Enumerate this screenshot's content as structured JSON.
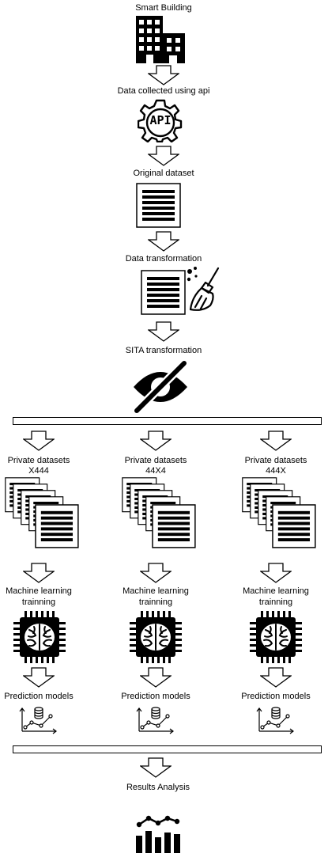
{
  "main_flow": {
    "smart_building": "Smart Building",
    "data_collected": "Data collected using api",
    "api_text": "API",
    "original_dataset": "Original dataset",
    "data_transformation": "Data transformation",
    "sita_transformation": "SITA transformation",
    "results_analysis": "Results Analysis"
  },
  "branches": [
    {
      "private_label": "Private datasets",
      "code": "X444",
      "ml_label_1": "Machine learning",
      "ml_label_2": "trainning",
      "prediction_label": "Prediction models"
    },
    {
      "private_label": "Private datasets",
      "code": "44X4",
      "ml_label_1": "Machine learning",
      "ml_label_2": "trainning",
      "prediction_label": "Prediction models"
    },
    {
      "private_label": "Private datasets",
      "code": "444X",
      "ml_label_1": "Machine learning",
      "ml_label_2": "trainning",
      "prediction_label": "Prediction models"
    }
  ],
  "icons": [
    "building-icon",
    "api-gear-icon",
    "document-icon",
    "broom-icon",
    "eye-slash-icon",
    "stacked-documents-icon",
    "ai-chip-brain-icon",
    "chart-database-icon",
    "bar-line-chart-icon"
  ]
}
